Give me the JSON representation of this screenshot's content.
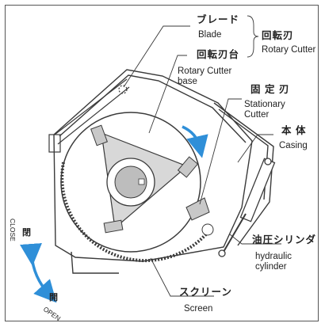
{
  "labels": {
    "blade_jp": "ブレード",
    "blade_en": "Blade",
    "rotary_cutter_jp": "回転刃",
    "rotary_cutter_en": "Rotary Cutter",
    "rotary_cutter_base_jp": "回転刃台",
    "rotary_cutter_base_en_line1": "Rotary Cutter",
    "rotary_cutter_base_en_line2": "base",
    "stationary_cutter_jp": "固 定 刃",
    "stationary_cutter_en_line1": "Stationary",
    "stationary_cutter_en_line2": "Cutter",
    "casing_jp": "本  体",
    "casing_en": "Casing",
    "hydraulic_cylinder_jp": "油圧シリンダ",
    "hydraulic_cylinder_en_line1": "hydraulic",
    "hydraulic_cylinder_en_line2": "cylinder",
    "screen_jp": "スクリーン",
    "screen_en": "Screen",
    "close_jp": "閉",
    "close_en": "CLOSE",
    "open_jp": "開",
    "open_en": "OPEN"
  },
  "colors": {
    "line": "#3a3a3a",
    "arrow": "#2f8fd8",
    "shade": "#d8d8d8",
    "hub": "#bdbdbd"
  }
}
